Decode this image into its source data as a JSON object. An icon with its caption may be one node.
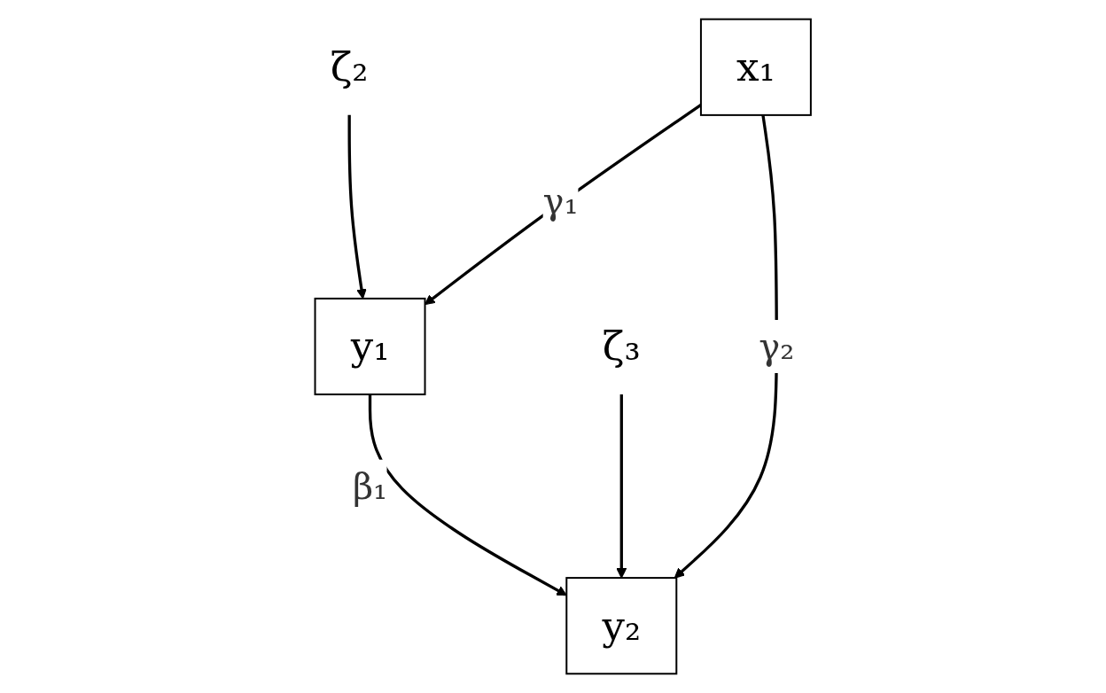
{
  "diagram": {
    "nodes": [
      {
        "text": [
          "ζ₂"
        ]
      },
      {
        "text": [
          "y₁"
        ]
      },
      {
        "text": [
          "ζ₃"
        ]
      },
      {
        "text": [
          "x₁"
        ]
      },
      {
        "text": [
          "y₂"
        ]
      }
    ],
    "edges": [
      {
        "from": 0,
        "to": 1,
        "arrow": "to"
      },
      {
        "from": 3,
        "to": 1,
        "arrow": "to",
        "label": "γ₁"
      },
      {
        "from": 1,
        "to": 4,
        "arrow": "to",
        "label": "β₁"
      },
      {
        "from": 2,
        "to": 4,
        "arrow": "to"
      },
      {
        "from": 3,
        "to": 4,
        "arrow": "to",
        "label": "γ₂"
      }
    ]
  }
}
